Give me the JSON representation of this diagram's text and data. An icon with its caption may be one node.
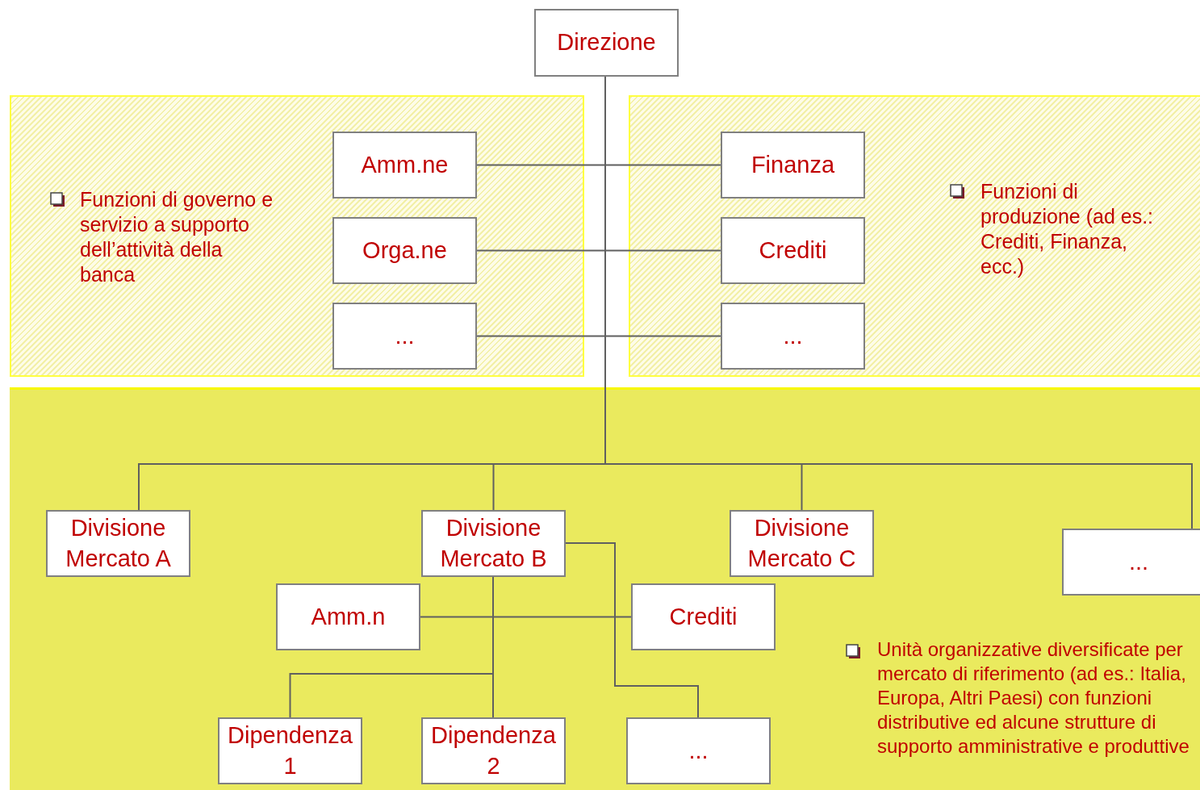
{
  "diagram": {
    "nodes": [
      {
        "text": [
          "Direzione"
        ]
      },
      {
        "text": [
          "Funzioni di governo e servizio a supporto dell’attività della banca"
        ]
      },
      {
        "text": [
          "Amm.ne"
        ],
        "in": 1
      },
      {
        "text": [
          "Orga.ne"
        ],
        "in": 1
      },
      {
        "text": [
          "..."
        ],
        "in": 1
      },
      {
        "text": [
          "Funzioni di produzione (ad es.: Crediti, Finanza, ecc.)"
        ]
      },
      {
        "text": [
          "Finanza"
        ],
        "in": 5
      },
      {
        "text": [
          "Crediti"
        ],
        "in": 5
      },
      {
        "text": [
          "..."
        ],
        "in": 5
      },
      {
        "text": [
          "Unità organizzative diversificate per mercato di riferimento (ad es.: Italia, Europa, Altri Paesi) con funzioni distributive ed alcune strutture di supporto amministrative e produttive"
        ]
      },
      {
        "text": [
          "Divisione Mercato A"
        ],
        "in": 9
      },
      {
        "text": [
          "Divisione Mercato B"
        ],
        "in": 9
      },
      {
        "text": [
          "Divisione Mercato C"
        ],
        "in": 9
      },
      {
        "text": [
          "..."
        ],
        "in": 9
      },
      {
        "text": [
          "Amm.n"
        ],
        "in": 9
      },
      {
        "text": [
          "Crediti"
        ],
        "in": 9
      },
      {
        "text": [
          "Dipendenza 1"
        ],
        "in": 9
      },
      {
        "text": [
          "Dipendenza 2"
        ],
        "in": 9
      },
      {
        "text": [
          "..."
        ],
        "in": 9
      }
    ],
    "edges": [
      {
        "from": 0,
        "to": 2,
        "arrow": "none"
      },
      {
        "from": 0,
        "to": 3,
        "arrow": "none"
      },
      {
        "from": 0,
        "to": 4,
        "arrow": "none"
      },
      {
        "from": 0,
        "to": 6,
        "arrow": "none"
      },
      {
        "from": 0,
        "to": 7,
        "arrow": "none"
      },
      {
        "from": 0,
        "to": 8,
        "arrow": "none"
      },
      {
        "from": 0,
        "to": 10,
        "arrow": "none"
      },
      {
        "from": 0,
        "to": 11,
        "arrow": "none"
      },
      {
        "from": 0,
        "to": 12,
        "arrow": "none"
      },
      {
        "from": 0,
        "to": 13,
        "arrow": "none"
      },
      {
        "from": 11,
        "to": 14,
        "arrow": "none"
      },
      {
        "from": 11,
        "to": 15,
        "arrow": "none"
      },
      {
        "from": 11,
        "to": 16,
        "arrow": "none"
      },
      {
        "from": 11,
        "to": 17,
        "arrow": "none"
      },
      {
        "from": 11,
        "to": 18,
        "arrow": "none"
      }
    ]
  }
}
